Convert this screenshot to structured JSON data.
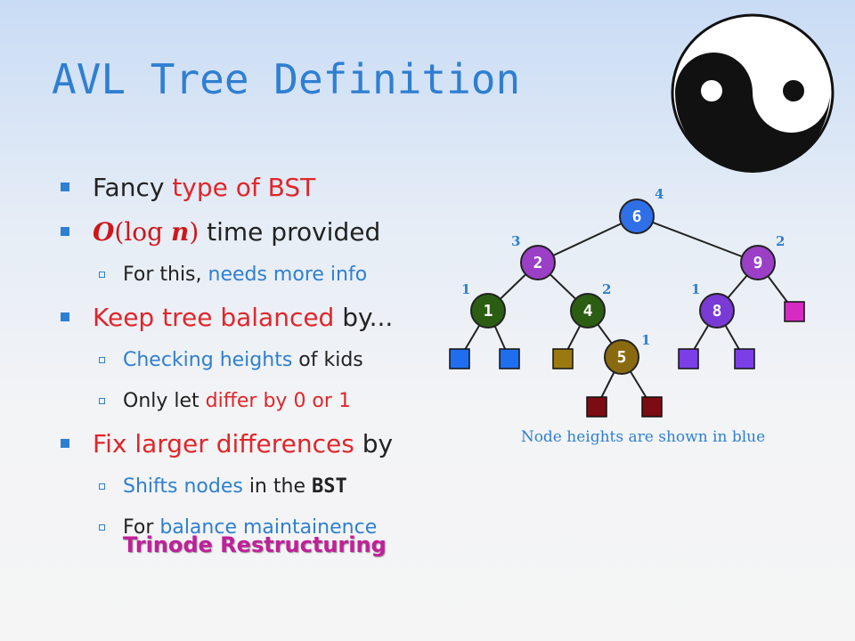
{
  "slide": {
    "title": "AVL Tree Definition",
    "bullets": {
      "b1": {
        "a": "Fancy ",
        "b": "type of BST"
      },
      "b2": {
        "o": "O",
        "paren_open": "(log ",
        "n": "n",
        "paren_close": ")",
        "rest": " time provided"
      },
      "b2_sub": {
        "a": "For this, ",
        "b": "needs more info"
      },
      "b3": {
        "a": "Keep tree balanced",
        "b": " by..."
      },
      "b3_sub1": {
        "a": "Checking heights",
        "b": " of kids"
      },
      "b3_sub2": {
        "a": "Only let ",
        "b": "differ by 0 or ",
        "c": "1"
      },
      "b4": {
        "a": "Fix larger differences",
        "b": " by"
      },
      "b4_sub1": {
        "a": "Shifts nodes",
        "b": " in the ",
        "c": "BST"
      },
      "b4_sub2": {
        "a": "For ",
        "b": "balance maintainence"
      },
      "trinode": "Trinode Restructuring"
    }
  },
  "diagram": {
    "caption": "Node heights are shown in blue",
    "nodes": [
      {
        "key": "6",
        "height": "4",
        "color": "#2f6fe8"
      },
      {
        "key": "2",
        "height": "3",
        "color": "#9b3fc7"
      },
      {
        "key": "9",
        "height": "2",
        "color": "#9b3fc7"
      },
      {
        "key": "1",
        "height": "1",
        "color": "#2b5e12"
      },
      {
        "key": "4",
        "height": "2",
        "color": "#2b5e12"
      },
      {
        "key": "8",
        "height": "1",
        "color": "#7a3ad6"
      },
      {
        "key": "5",
        "height": "1",
        "color": "#8a6a10"
      }
    ],
    "leaf_colors": {
      "blue": "#1f6ef0",
      "olive": "#9a7a10",
      "purple": "#7b3ee8",
      "magenta": "#d52bc2",
      "darkred": "#7d0c12"
    }
  }
}
